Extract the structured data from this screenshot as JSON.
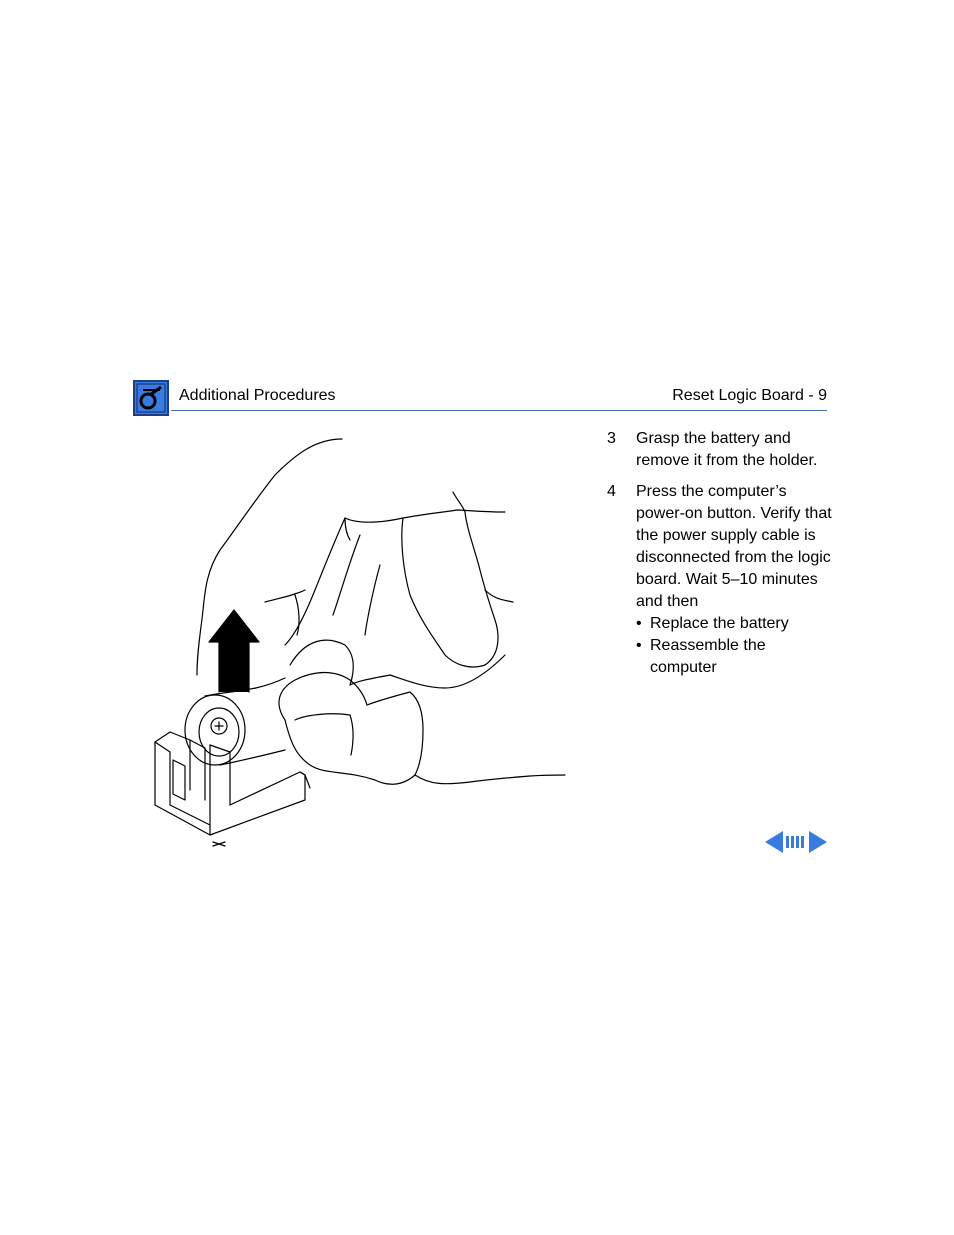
{
  "header": {
    "section_title": "Additional Procedures",
    "page_label": "Reset Logic Board - 9",
    "logo_icon": "apple-service-logo-icon",
    "rule_color": "#4a6fa8",
    "logo_color": "#3a7be0"
  },
  "illustration": {
    "icon": "hand-removing-battery-illustration"
  },
  "steps": [
    {
      "number": "3",
      "text": "Grasp the battery and remove it from the holder.",
      "bullets": []
    },
    {
      "number": "4",
      "text": "Press the computer’s power-on button. Verify that the power supply cable is disconnected from the logic board. Wait 5–10 minutes and then",
      "bullets": [
        "Replace the battery",
        "Reassemble the computer"
      ]
    }
  ],
  "bullet_char": "•",
  "navigation": {
    "previous_icon": "previous-page-arrow-icon",
    "index_icon": "page-index-icon",
    "next_icon": "next-page-arrow-icon",
    "color": "#3a7be0"
  }
}
